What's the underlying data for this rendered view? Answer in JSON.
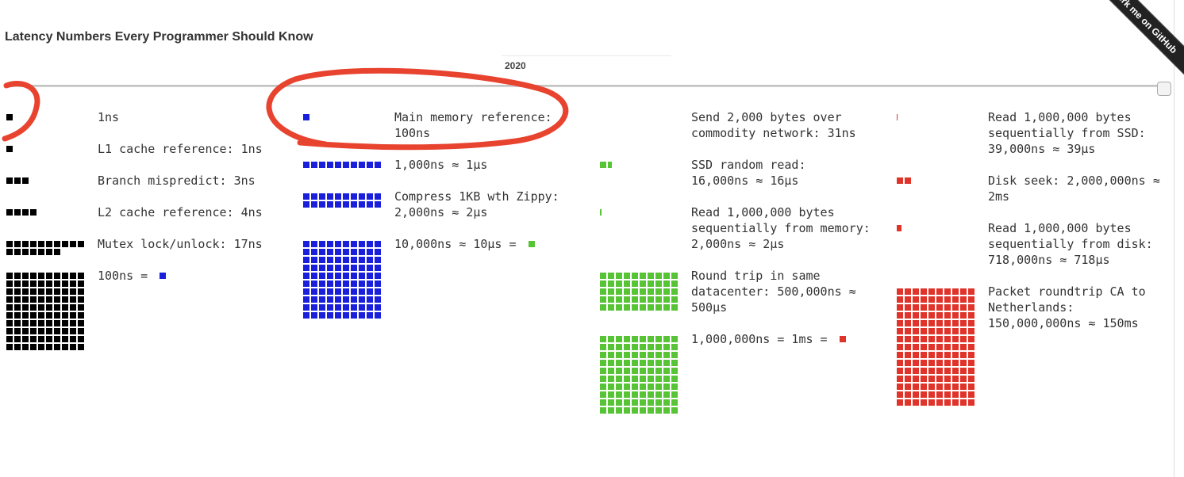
{
  "title": "Latency Numbers Every Programmer Should Know",
  "slider": {
    "year": "2020",
    "position": 1.0
  },
  "ribbon": {
    "text": "Fork me on GitHub"
  },
  "colors": {
    "black": "#000000",
    "blue": "#1a1fdc",
    "green": "#57c436",
    "red": "#e0332a",
    "annotation": "#e8432f"
  },
  "columns": [
    {
      "color": "black",
      "items": [
        {
          "lines": [
            "1ns"
          ],
          "cells": 1
        },
        {
          "lines": [
            "L1 cache reference: 1ns"
          ],
          "cells": 1
        },
        {
          "lines": [
            "Branch mispredict: 3ns"
          ],
          "cells": 3
        },
        {
          "lines": [
            "L2 cache reference: 4ns"
          ],
          "cells": 4
        },
        {
          "lines": [
            "Mutex lock/unlock: 17ns"
          ],
          "cells": 17
        },
        {
          "lines": [
            "100ns = "
          ],
          "cells": 100,
          "swatch": "blue"
        }
      ]
    },
    {
      "color": "blue",
      "items": [
        {
          "lines": [
            "Main memory reference:",
            "100ns"
          ],
          "cells": 1
        },
        {
          "lines": [
            "1,000ns ≈ 1μs"
          ],
          "cells": 10
        },
        {
          "lines": [
            "Compress 1KB wth Zippy:",
            "2,000ns ≈ 2μs"
          ],
          "cells": 20
        },
        {
          "lines": [
            "10,000ns ≈ 10μs = "
          ],
          "cells": 100,
          "swatch": "green"
        }
      ]
    },
    {
      "color": "green",
      "items": [
        {
          "lines": [
            "Send 2,000 bytes over",
            "commodity network: 31ns"
          ],
          "cells": 0
        },
        {
          "lines": [
            "SSD random read:",
            "16,000ns ≈ 16μs"
          ],
          "cells": 1.6
        },
        {
          "lines": [
            "Read 1,000,000 bytes",
            "sequentially from memory:",
            "2,000ns ≈ 2μs"
          ],
          "cells": 0.2
        },
        {
          "lines": [
            "Round trip in same",
            "datacenter: 500,000ns ≈",
            "500μs"
          ],
          "cells": 50
        },
        {
          "lines": [
            "1,000,000ns = 1ms = "
          ],
          "cells": 100,
          "swatch": "red"
        }
      ]
    },
    {
      "color": "red",
      "items": [
        {
          "lines": [
            "Read 1,000,000 bytes",
            "sequentially from SSD:",
            "39,000ns ≈ 39μs"
          ],
          "cells": 0.039
        },
        {
          "lines": [
            "Disk seek: 2,000,000ns ≈",
            "2ms"
          ],
          "cells": 2
        },
        {
          "lines": [
            "Read 1,000,000 bytes",
            "sequentially from disk:",
            "718,000ns ≈ 718μs"
          ],
          "cells": 0.718
        },
        {
          "lines": [
            "Packet roundtrip CA to",
            "Netherlands:",
            "150,000,000ns ≈ 150ms"
          ],
          "cells": 150
        }
      ]
    }
  ]
}
